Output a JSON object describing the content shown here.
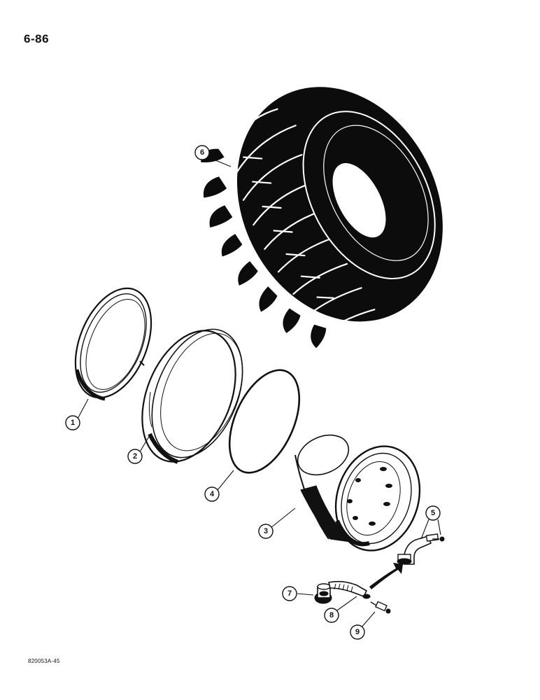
{
  "page": {
    "number": "6-86",
    "figure_code": "820053A-45"
  },
  "callouts": [
    {
      "id": "1",
      "part": "lock-ring"
    },
    {
      "id": "2",
      "part": "side-ring"
    },
    {
      "id": "3",
      "part": "wheel-rim"
    },
    {
      "id": "4",
      "part": "o-ring"
    },
    {
      "id": "5",
      "part": "valve-stem-assembly"
    },
    {
      "id": "6",
      "part": "tire"
    },
    {
      "id": "7",
      "part": "valve-body"
    },
    {
      "id": "8",
      "part": "valve-stem"
    },
    {
      "id": "9",
      "part": "valve-core"
    }
  ]
}
